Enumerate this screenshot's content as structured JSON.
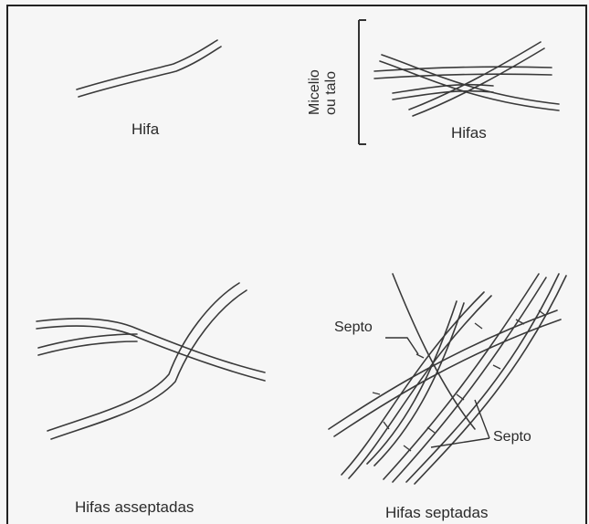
{
  "labels": {
    "hifa": "Hifa",
    "hifas": "Hifas",
    "micelio": "Micelio",
    "ou_talo": "ou talo",
    "hifas_asseptadas": "Hifas asseptadas",
    "hifas_septadas": "Hifas septadas",
    "septo_top": "Septo",
    "septo_right": "Septo"
  }
}
